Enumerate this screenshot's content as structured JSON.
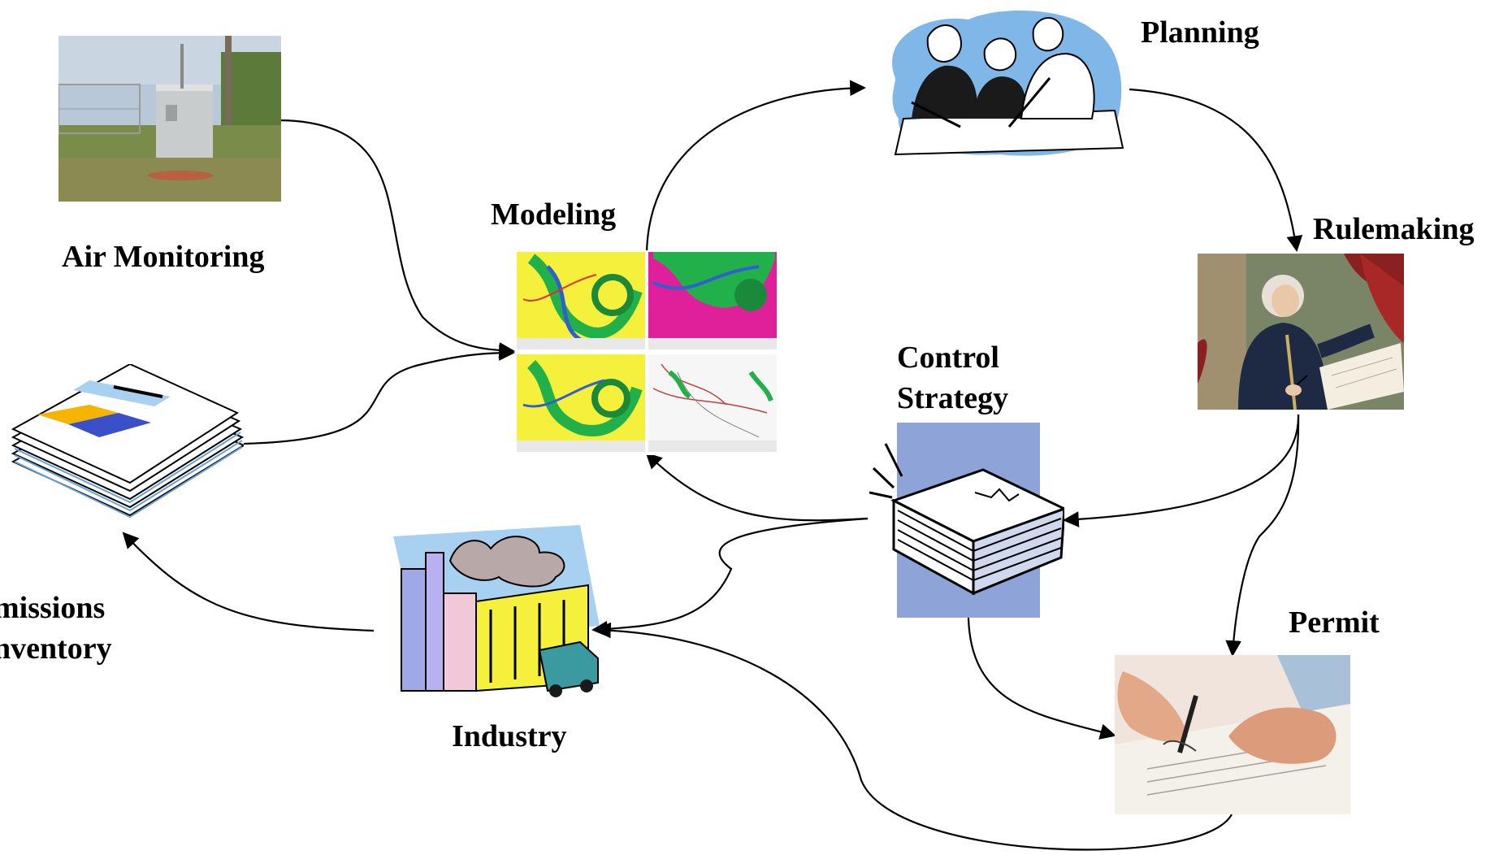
{
  "labels": {
    "air_monitoring": "Air Monitoring",
    "modeling": "Modeling",
    "planning": "Planning",
    "rulemaking": "Rulemaking",
    "control_strategy_line1": "Control",
    "control_strategy_line2": "Strategy",
    "emissions_line1": "missions",
    "emissions_line2": "nventory",
    "industry": "Industry",
    "permit": "Permit"
  },
  "icons": {
    "air_monitoring": "monitoring-station-photo",
    "modeling": "weather-model-maps",
    "planning": "planning-team-clipart",
    "rulemaking": "founding-father-writing",
    "control_strategy": "report-binder-clipart",
    "emissions_inventory": "document-stack-clipart",
    "industry": "factory-smokestacks-clipart",
    "permit": "hand-signing-document-photo"
  },
  "colors": {
    "arrow": "#000000",
    "label": "#000000",
    "binder_panel": "#8ea4d8",
    "planning_cloud": "#7fb8e8",
    "map_magenta": "#e0209a",
    "map_green": "#22b04a",
    "map_yellow": "#f4f03c"
  }
}
